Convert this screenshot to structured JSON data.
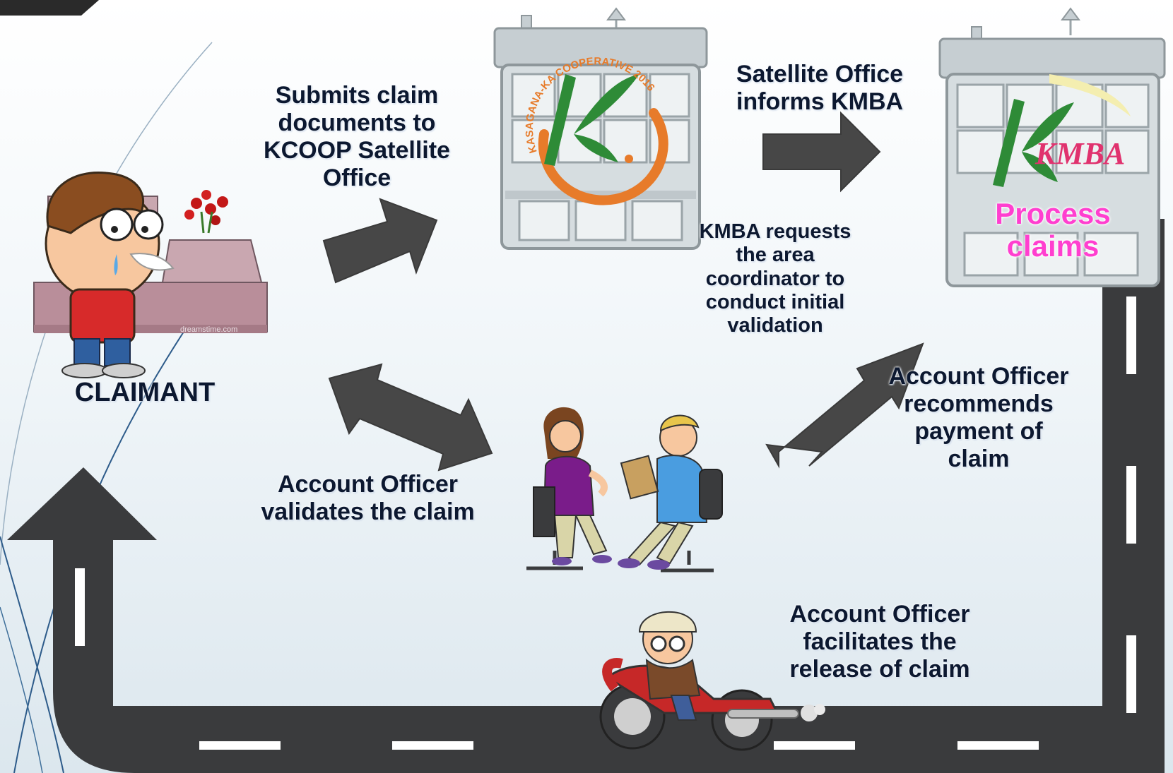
{
  "labels": {
    "claimant": "CLAIMANT",
    "submits": "Submits claim documents to KCOOP Satellite Office",
    "satellite_informs": "Satellite Office informs KMBA",
    "process_claims": "Process claims",
    "kmba_requests": "KMBA requests the area coordinator to conduct initial validation",
    "officer_recommends": "Account Officer recommends payment of claim",
    "officer_validates": "Account Officer validates the claim",
    "officer_facilitates": "Account Officer facilitates the release of claim"
  },
  "logos": {
    "kcoop_ring_text": "KASAGANA-KA COOPERATIVE 2016",
    "kmba_text": "KMBA"
  },
  "watermark": "dreamstime.com",
  "colors": {
    "road": "#3a3b3d",
    "arrow": "#474747",
    "text": "#0c1830",
    "highlight_pink": "#ff3fcf",
    "building": "#c6ced2",
    "kcoop_orange": "#e77b2a",
    "kcoop_green": "#2e8b37"
  }
}
